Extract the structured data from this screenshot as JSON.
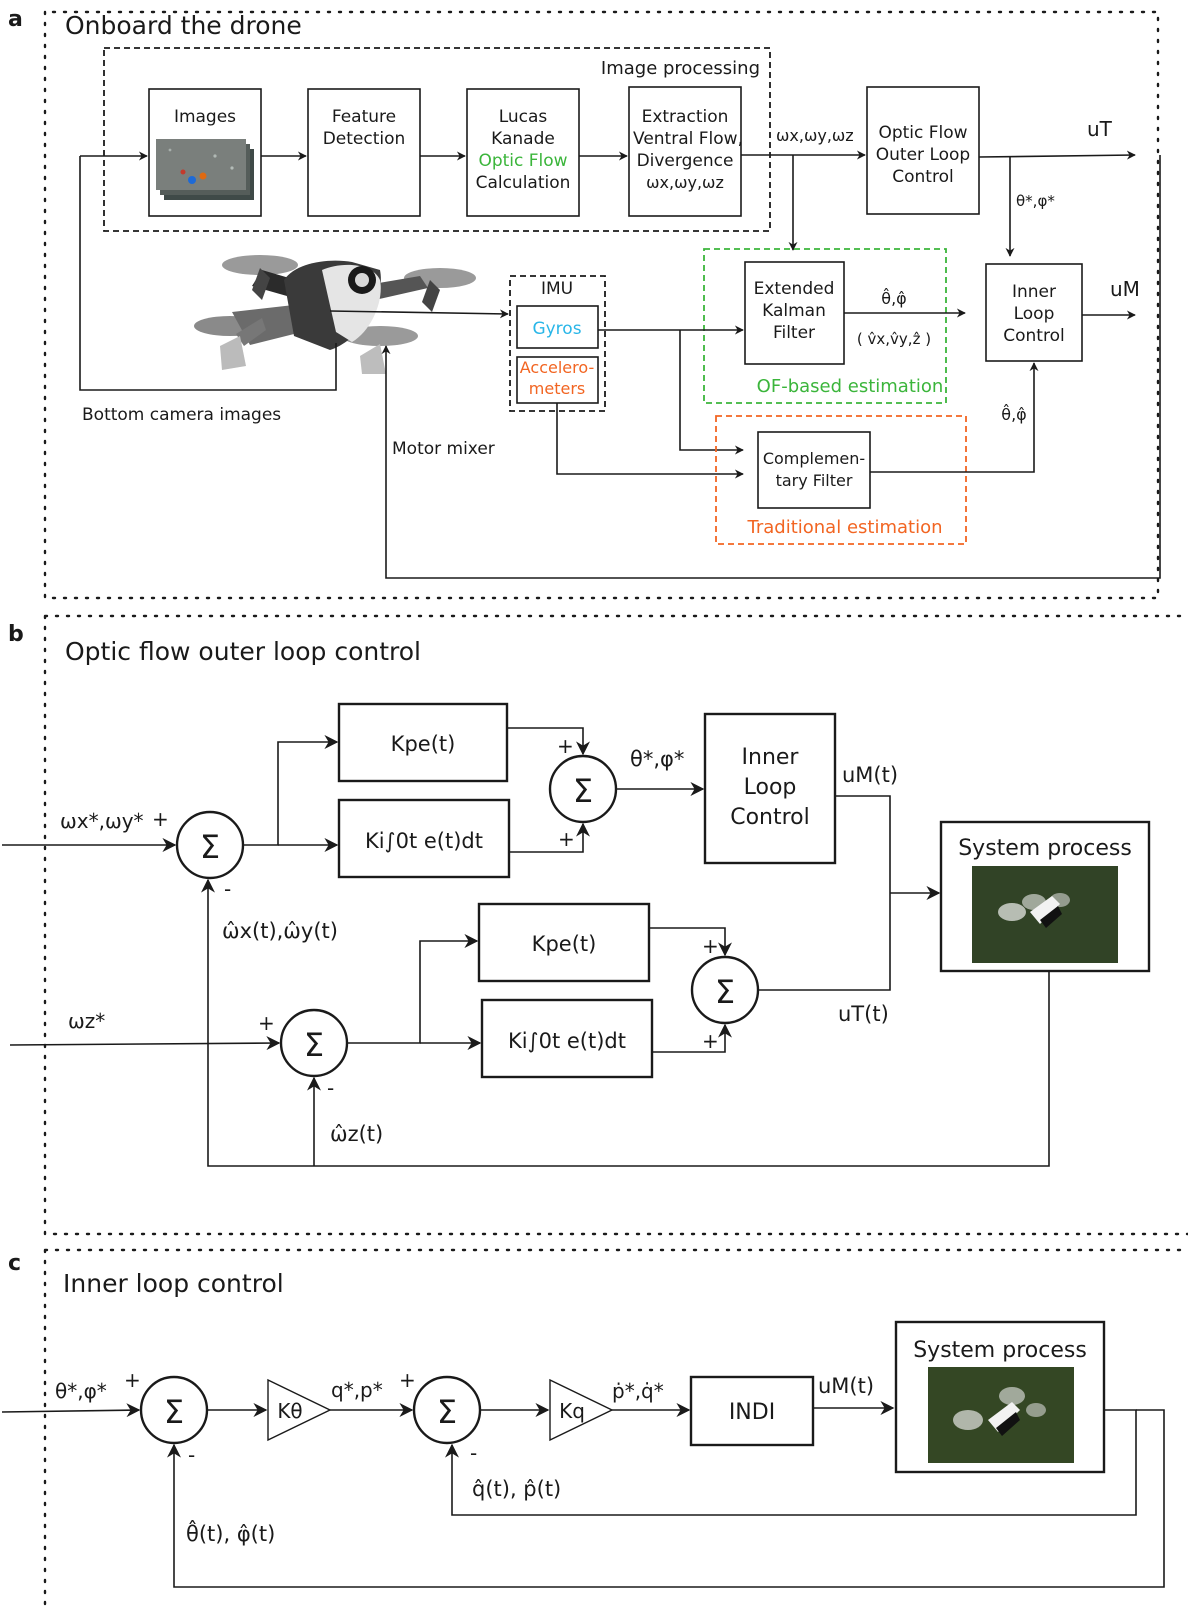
{
  "colors": {
    "green": "#3bb53b",
    "orange": "#f26522",
    "cyan": "#29b6e8",
    "ink": "#1a1a1a"
  },
  "panel_a": {
    "letter": "a",
    "title": "Onboard the drone",
    "image_processing_label": "Image processing",
    "images_label": "Images",
    "feature_detection": [
      "Feature",
      "Detection"
    ],
    "lucas_kanade": [
      "Lucas",
      "Kanade",
      "Optic Flow",
      "Calculation"
    ],
    "extraction": [
      "Extraction",
      "Ventral Flow,",
      "Divergence"
    ],
    "extraction_symbols": "ωx,ωy,ωz",
    "omega_line": "ωx,ωy,ωz",
    "outer_loop": [
      "Optic Flow",
      "Outer Loop",
      "Control"
    ],
    "uT": "uT",
    "uM": "uM",
    "theta_phi_star": "θ*,φ*",
    "imu": "IMU",
    "gyros": "Gyros",
    "accelerometers": [
      "Accelero-",
      "meters"
    ],
    "ekf": [
      "Extended",
      "Kalman",
      "Filter"
    ],
    "theta_phi_hat": "θ̂,φ̂",
    "velocity_hat": "( v̂x,v̂y,ẑ )",
    "of_estimation": "OF-based estimation",
    "inner_loop": [
      "Inner",
      "Loop",
      "Control"
    ],
    "complementary": [
      "Complemen-",
      "tary Filter"
    ],
    "traditional": "Traditional estimation",
    "theta_phi_hat_2": "θ̂,φ̂",
    "bottom_camera": "Bottom camera images",
    "motor_mixer": "Motor mixer"
  },
  "panel_b": {
    "letter": "b",
    "title": "Optic flow outer loop control",
    "kp": "Kpe(t)",
    "ki": "Ki∫0t e(t)dt",
    "sum_symbol": "Σ",
    "plus": "+",
    "minus": "-",
    "input_xy": "ωx*,ωy*",
    "input_z": "ωz*",
    "theta_phi_star": "θ*,φ*",
    "inner_loop": [
      "Inner",
      "Loop",
      "Control"
    ],
    "uM": "uM(t)",
    "uT": "uT(t)",
    "system_process": "System process",
    "feedback_xy": "ω̂x(t),ω̂y(t)",
    "feedback_z": "ω̂z(t)"
  },
  "panel_c": {
    "letter": "c",
    "title": "Inner loop control",
    "input": "θ*,φ*",
    "k_theta": "Kθ",
    "qp_star": "q*,p*",
    "k_q": "Kq",
    "pq_dot_star": "ṗ*,q̇*",
    "indi": "INDI",
    "uM": "uM(t)",
    "system_process": "System process",
    "feedback_qp": "q̂(t), p̂(t)",
    "feedback_theta_phi": "θ̂(t), φ̂(t)",
    "sum_symbol": "Σ",
    "plus": "+",
    "minus": "-"
  }
}
